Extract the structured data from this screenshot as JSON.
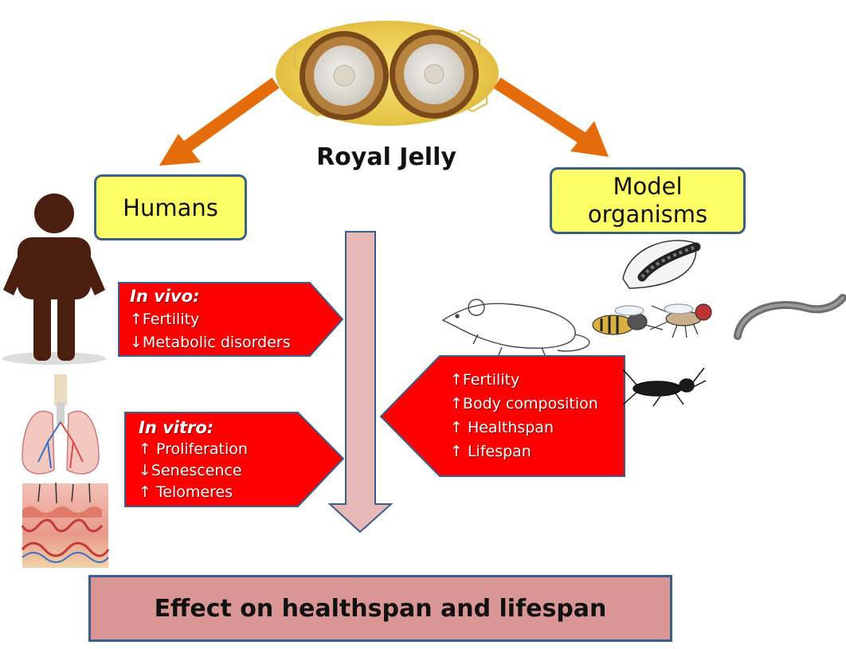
{
  "title": "Royal Jelly",
  "humans": {
    "label": "Humans"
  },
  "models": {
    "label_line1": "Model",
    "label_line2": "organisms"
  },
  "in_vivo": {
    "header": "In vivo:",
    "items": [
      "↑Fertility",
      "↓Metabolic disorders"
    ]
  },
  "in_vitro": {
    "header": "In vitro:",
    "items": [
      "↑ Proliferation",
      "↓Senescence",
      "↑ Telomeres"
    ]
  },
  "model_effects": {
    "items": [
      "↑Fertility",
      "↑Body composition",
      "↑ Healthspan",
      "↑ Lifespan"
    ]
  },
  "effect": {
    "label": "Effect on healthspan and lifespan"
  },
  "colors": {
    "arrow_orange": "#e46c0a",
    "red_box": "#ff0000",
    "pink_arrow": "#e6b9b8",
    "border_blue": "#3a5f8a",
    "yellow_box": "#ffff66",
    "effect_box": "#d99694",
    "person": "#4a1f10"
  },
  "icons": [
    "royal-jelly-cells-image",
    "person-icon",
    "lungs-illustration",
    "skin-illustration",
    "larva-illustration",
    "mouse-illustration",
    "bee-illustration",
    "fruit-fly-illustration",
    "worm-illustration",
    "cricket-illustration"
  ]
}
